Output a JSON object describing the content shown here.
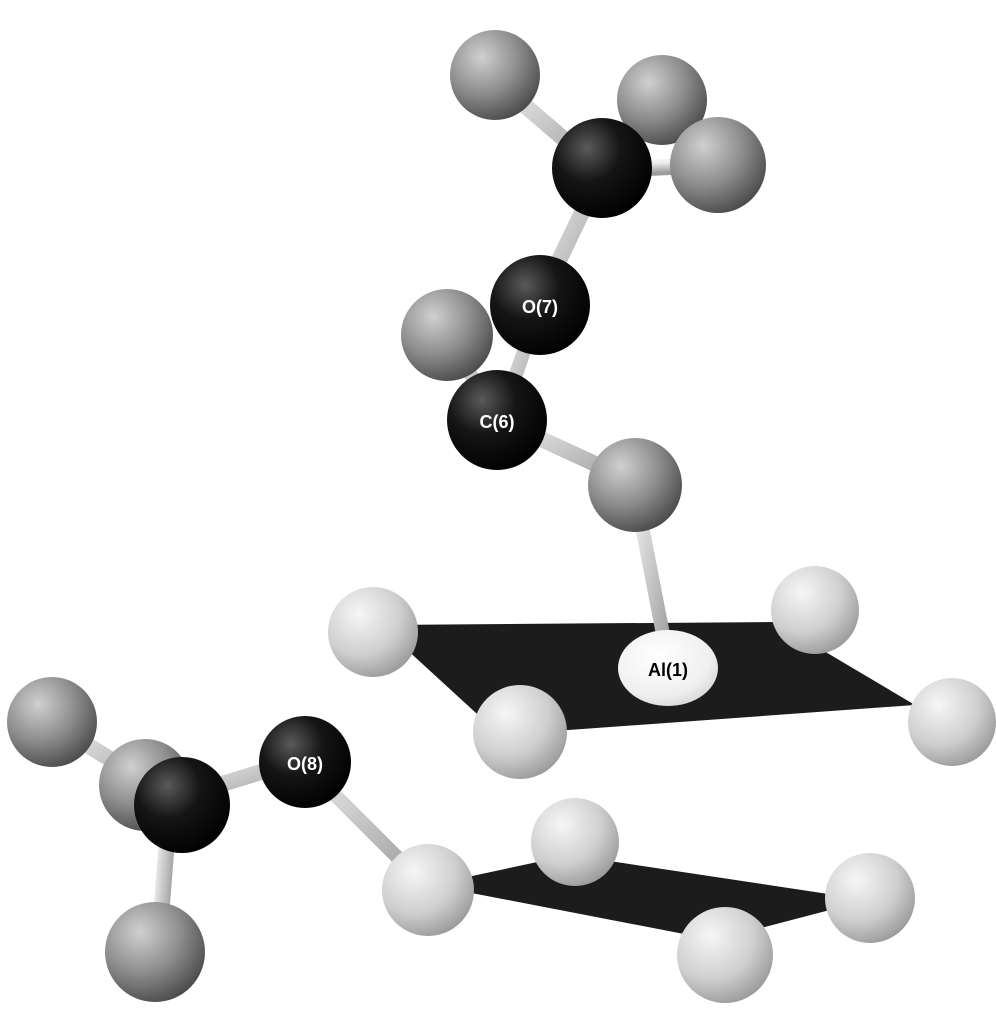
{
  "labels": {
    "o7": "O(7)",
    "c6": "C(6)",
    "al1": "Al(1)",
    "o8": "O(8)"
  },
  "colors": {
    "background": "#ffffff",
    "plane": "#1a1a1a",
    "bond": "#d8d8d8",
    "carbon_oxygen": "#0a0a0a",
    "mid_gray_atom": "#8f8f8f",
    "light_atom": "#d4d4d4",
    "aluminum": "#f4f4f4"
  }
}
